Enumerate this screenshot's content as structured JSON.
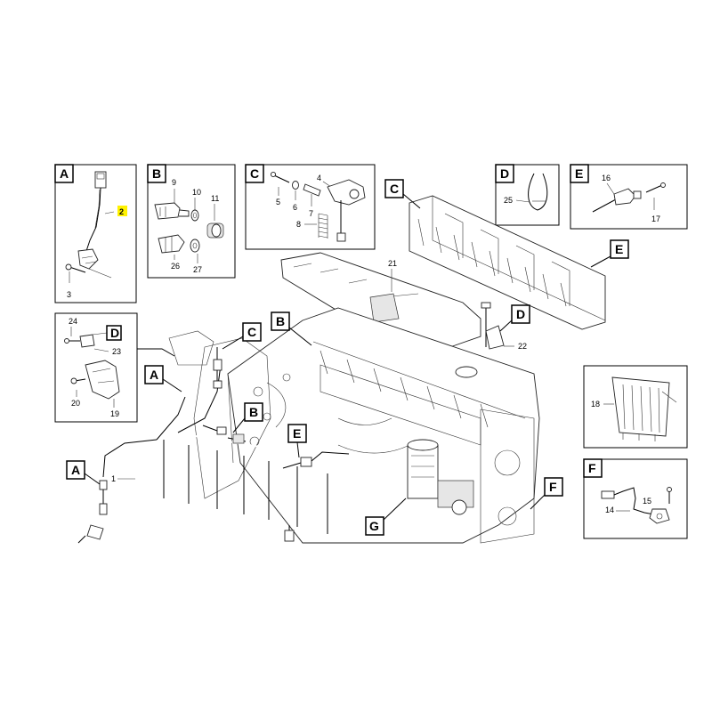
{
  "panels": [
    {
      "id": "A",
      "parts": [
        "2",
        "3"
      ],
      "highlighted": "2"
    },
    {
      "id": "B",
      "parts": [
        "9",
        "10",
        "11",
        "26",
        "27"
      ]
    },
    {
      "id": "C",
      "parts": [
        "4",
        "5",
        "6",
        "7",
        "8"
      ]
    },
    {
      "id": "D",
      "parts": [
        "25"
      ]
    },
    {
      "id": "E",
      "parts": [
        "16",
        "17"
      ]
    },
    {
      "id": "D_bracket",
      "parts": [
        "24",
        "23",
        "20",
        "19"
      ],
      "ref": "D"
    },
    {
      "id": "ecu",
      "parts": [
        "18"
      ]
    },
    {
      "id": "F",
      "parts": [
        "15",
        "14"
      ]
    }
  ],
  "callouts": {
    "A": "A",
    "B": "B",
    "C": "C",
    "D": "D",
    "E": "E",
    "F": "F",
    "G": "G"
  },
  "numbers": {
    "n1": "1",
    "n2": "2",
    "n3": "3",
    "n4": "4",
    "n5": "5",
    "n6": "6",
    "n7": "7",
    "n8": "8",
    "n9": "9",
    "n10": "10",
    "n11": "11",
    "n14": "14",
    "n15": "15",
    "n16": "16",
    "n17": "17",
    "n18": "18",
    "n19": "19",
    "n20": "20",
    "n21": "21",
    "n22": "22",
    "n23": "23",
    "n24": "24",
    "n25": "25",
    "n26": "26",
    "n27": "27"
  },
  "colors": {
    "highlight": "#fff200",
    "line": "#000000"
  }
}
